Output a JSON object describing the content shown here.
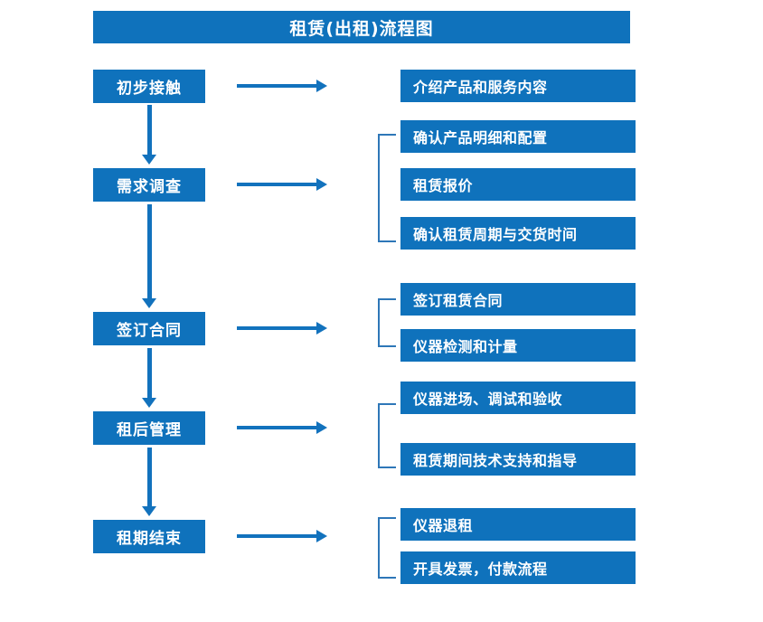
{
  "title": "租赁(出租)流程图",
  "colors": {
    "box_fill": "#0f72bc",
    "box_text": "#ffffff",
    "arrow": "#1272bd",
    "bracket": "#2e77b8",
    "background": "#ffffff"
  },
  "stages": [
    {
      "id": "stage-1",
      "label": "初步接触"
    },
    {
      "id": "stage-2",
      "label": "需求调查"
    },
    {
      "id": "stage-3",
      "label": "签订合同"
    },
    {
      "id": "stage-4",
      "label": "租后管理"
    },
    {
      "id": "stage-5",
      "label": "租期结束"
    }
  ],
  "details": [
    {
      "id": "detail-1",
      "label": "介绍产品和服务内容"
    },
    {
      "id": "detail-2",
      "label": "确认产品明细和配置"
    },
    {
      "id": "detail-3",
      "label": "租赁报价"
    },
    {
      "id": "detail-4",
      "label": "确认租赁周期与交货时间"
    },
    {
      "id": "detail-5",
      "label": "签订租赁合同"
    },
    {
      "id": "detail-6",
      "label": "仪器检测和计量"
    },
    {
      "id": "detail-7",
      "label": "仪器进场、调试和验收"
    },
    {
      "id": "detail-8",
      "label": "租赁期间技术支持和指导"
    },
    {
      "id": "detail-9",
      "label": "仪器退租"
    },
    {
      "id": "detail-10",
      "label": "开具发票，付款流程"
    }
  ],
  "flow": {
    "stage_links": [
      {
        "from": "初步接触",
        "to": "需求调查"
      },
      {
        "from": "需求调查",
        "to": "签订合同"
      },
      {
        "from": "签订合同",
        "to": "租后管理"
      },
      {
        "from": "租后管理",
        "to": "租期结束"
      }
    ],
    "stage_to_details": [
      {
        "stage": "初步接触",
        "details": [
          "介绍产品和服务内容"
        ]
      },
      {
        "stage": "需求调查",
        "details": [
          "确认产品明细和配置",
          "租赁报价",
          "确认租赁周期与交货时间"
        ]
      },
      {
        "stage": "签订合同",
        "details": [
          "签订租赁合同",
          "仪器检测和计量"
        ]
      },
      {
        "stage": "租后管理",
        "details": [
          "仪器进场、调试和验收",
          "租赁期间技术支持和指导"
        ]
      },
      {
        "stage": "租期结束",
        "details": [
          "仪器退租",
          "开具发票，付款流程"
        ]
      }
    ]
  }
}
